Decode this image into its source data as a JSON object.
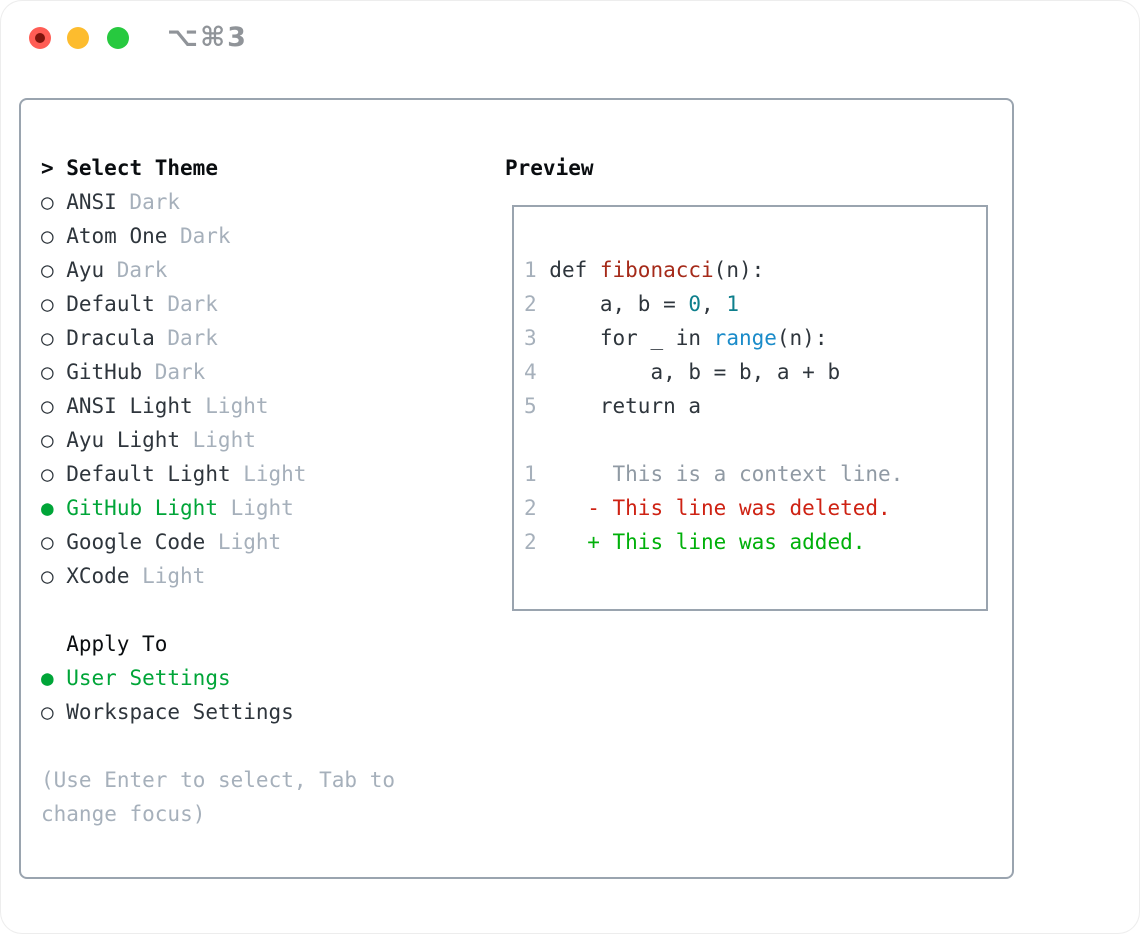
{
  "titlebar": {
    "title": "⌥⌘3"
  },
  "select_theme": {
    "header_marker": ">",
    "header": "Select Theme",
    "items": [
      {
        "marker": "○",
        "name": "ANSI",
        "variant": "Dark",
        "selected": false
      },
      {
        "marker": "○",
        "name": "Atom One",
        "variant": "Dark",
        "selected": false
      },
      {
        "marker": "○",
        "name": "Ayu",
        "variant": "Dark",
        "selected": false
      },
      {
        "marker": "○",
        "name": "Default",
        "variant": "Dark",
        "selected": false
      },
      {
        "marker": "○",
        "name": "Dracula",
        "variant": "Dark",
        "selected": false
      },
      {
        "marker": "○",
        "name": "GitHub",
        "variant": "Dark",
        "selected": false
      },
      {
        "marker": "○",
        "name": "ANSI Light",
        "variant": "Light",
        "selected": false
      },
      {
        "marker": "○",
        "name": "Ayu Light",
        "variant": "Light",
        "selected": false
      },
      {
        "marker": "○",
        "name": "Default Light",
        "variant": "Light",
        "selected": false
      },
      {
        "marker": "●",
        "name": "GitHub Light",
        "variant": "Light",
        "selected": true
      },
      {
        "marker": "○",
        "name": "Google Code",
        "variant": "Light",
        "selected": false
      },
      {
        "marker": "○",
        "name": "XCode",
        "variant": "Light",
        "selected": false
      }
    ]
  },
  "apply_to": {
    "header": "Apply To",
    "options": [
      {
        "marker": "●",
        "name": "User Settings",
        "selected": true
      },
      {
        "marker": "○",
        "name": "Workspace Settings",
        "selected": false
      }
    ]
  },
  "hint": "(Use Enter to select, Tab to\nchange focus)",
  "preview": {
    "header": "Preview",
    "code_lines": [
      {
        "num": "1",
        "segments": [
          {
            "t": " def ",
            "c": "fg"
          },
          {
            "t": "fibonacci",
            "c": "func"
          },
          {
            "t": "(n):",
            "c": "fg"
          }
        ]
      },
      {
        "num": "2",
        "segments": [
          {
            "t": "     a, b = ",
            "c": "fg"
          },
          {
            "t": "0",
            "c": "num"
          },
          {
            "t": ", ",
            "c": "fg"
          },
          {
            "t": "1",
            "c": "num"
          }
        ]
      },
      {
        "num": "3",
        "segments": [
          {
            "t": "     for _ in ",
            "c": "fg"
          },
          {
            "t": "range",
            "c": "call"
          },
          {
            "t": "(n):",
            "c": "fg"
          }
        ]
      },
      {
        "num": "4",
        "segments": [
          {
            "t": "         a, b = b, a + b",
            "c": "fg"
          }
        ]
      },
      {
        "num": "5",
        "segments": [
          {
            "t": "     return a",
            "c": "fg"
          }
        ]
      }
    ],
    "diff_lines": [
      {
        "num": "1",
        "segments": [
          {
            "t": "      This is a context line.",
            "c": "ctx"
          }
        ]
      },
      {
        "num": "2",
        "segments": [
          {
            "t": "    - This line was deleted.",
            "c": "del"
          }
        ]
      },
      {
        "num": "2",
        "segments": [
          {
            "t": "    + This line was added.",
            "c": "add"
          }
        ]
      }
    ]
  },
  "colors": {
    "green": "#00a538",
    "add": "#00b00a",
    "del": "#ce2213",
    "func": "#a52a19",
    "num": "#0e7f8c",
    "call": "#1a8bc9",
    "ctx": "#909aa4",
    "gray": "#a6b0bb",
    "dark": "#2e353c",
    "border": "#9aa4af"
  }
}
